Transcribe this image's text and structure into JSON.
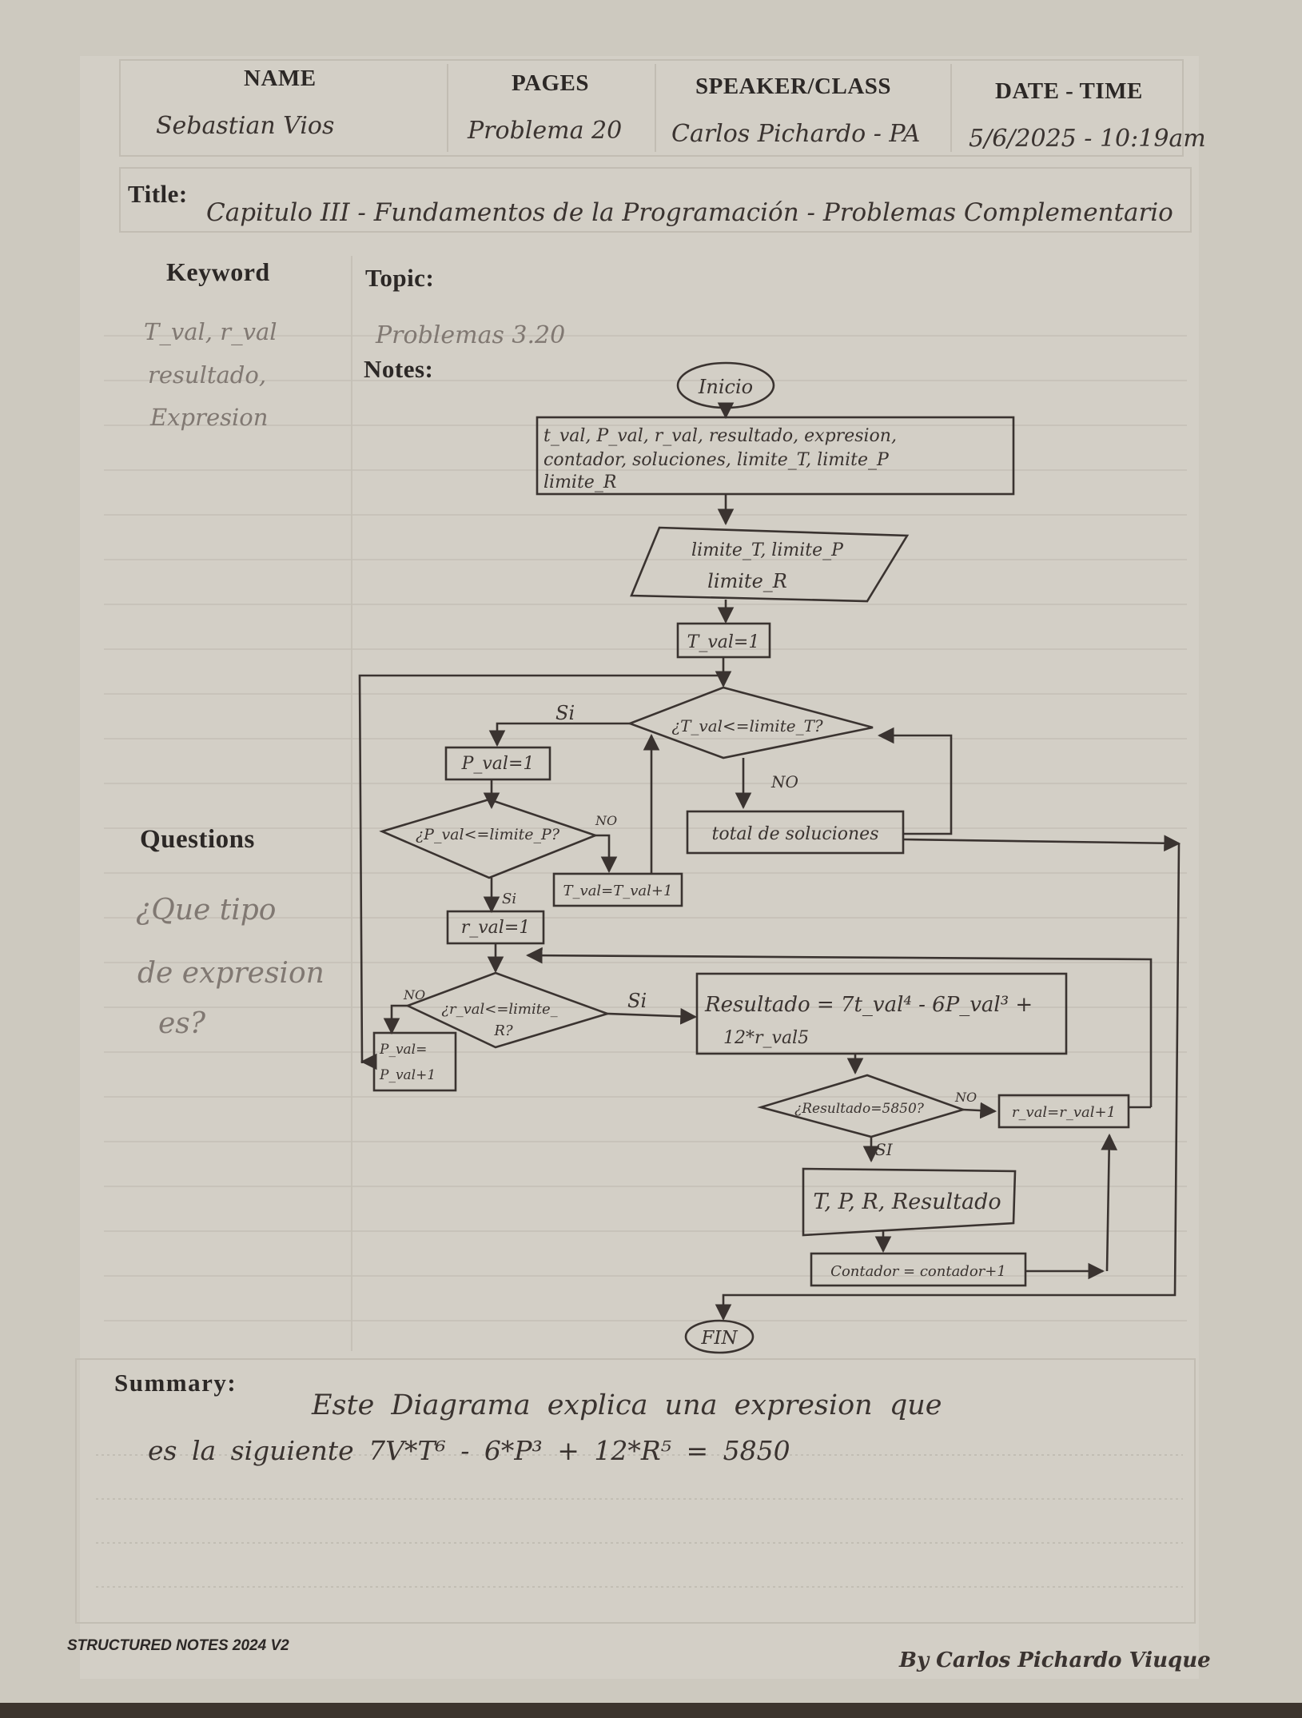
{
  "header": {
    "name_label": "NAME",
    "pages_label": "PAGES",
    "speaker_label": "SPEAKER/CLASS",
    "date_label": "DATE - TIME",
    "name_value": "Sebastian Vios",
    "pages_value": "Problema 20",
    "speaker_value": "Carlos Pichardo - PA",
    "date_value": "5/6/2025 - 10:19am",
    "title_label": "Title:",
    "title_value": "Capitulo III - Fundamentos de la Programación - Problemas Complementario"
  },
  "side": {
    "keyword_label": "Keyword",
    "keywords": [
      "T_val, r_val",
      "resultado,",
      "Expresion"
    ],
    "questions_label": "Questions",
    "questions": [
      "¿Que tipo",
      "de expresion",
      "es?"
    ]
  },
  "topic": {
    "label": "Topic:",
    "value": "Problemas 3.20"
  },
  "notes_label": "Notes:",
  "flowchart": {
    "start": "Inicio",
    "declare_line1": "t_val, P_val, r_val, resultado, expresion,",
    "declare_line2": "contador, soluciones, limite_T, limite_P",
    "declare_line3": "limite_R",
    "input_line1": "limite_T, limite_P",
    "input_line2": "limite_R",
    "init_t": "T_val=1",
    "cond_t": "¿T_val<=limite_T?",
    "yes_t": "Si",
    "no_t": "NO",
    "total": "total de soluciones",
    "init_p": "P_val=1",
    "cond_p": "¿P_val<=limite_P?",
    "no_p": "NO",
    "yes_p": "Si",
    "inc_t": "T_val=T_val+1",
    "init_r": "r_val=1",
    "cond_r_line1": "¿r_val<=limite_",
    "cond_r_line2": "R?",
    "no_r": "NO",
    "yes_r": "Si",
    "inc_p_line1": "P_val=",
    "inc_p_line2": "P_val+1",
    "calc_line1": "Resultado = 7t_val⁴ - 6P_val³ +",
    "calc_line2": "12*r_val5",
    "cond_res": "¿Resultado=5850?",
    "no_res": "NO",
    "yes_res": "SI",
    "inc_r": "r_val=r_val+1",
    "output": "T, P, R, Resultado",
    "counter": "Contador = contador+1",
    "end": "FIN"
  },
  "summary": {
    "label": "Summary:",
    "line1": "Este Diagrama explica una expresion que",
    "line2": "es la siguiente 7V*T⁶ - 6*P³ + 12*R⁵ = 5850"
  },
  "footer": {
    "brand": "STRUCTURED NOTES 2024 V2",
    "author": "By Carlos Pichardo Viuque"
  }
}
